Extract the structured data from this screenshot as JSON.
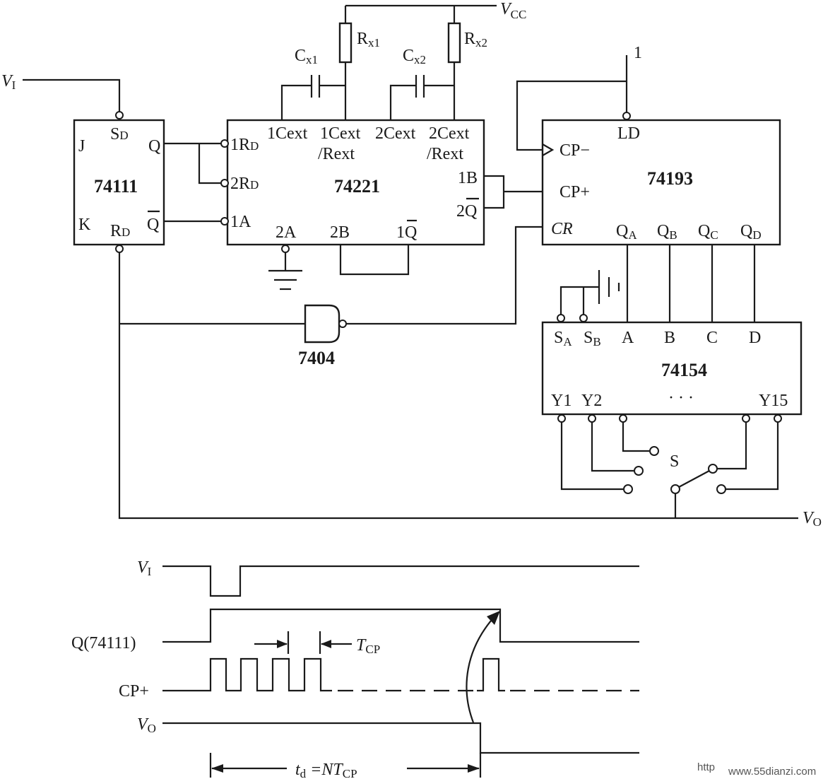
{
  "chips": {
    "jk": "74111",
    "mono": "74221",
    "counter": "74193",
    "decoder": "74154",
    "inverter": "7404"
  },
  "supply": {
    "vcc": "V",
    "vcc_sub": "CC",
    "one": "1"
  },
  "signals": {
    "vi": "V",
    "vi_sub": "I",
    "vo": "V",
    "vo_sub": "O"
  },
  "components": {
    "rx1": "R",
    "rx1_sub": "x1",
    "rx2": "R",
    "rx2_sub": "x2",
    "cx1": "C",
    "cx1_sub": "x1",
    "cx2": "C",
    "cx2_sub": "x2",
    "switch": "S"
  },
  "pins_74111": {
    "j": "J",
    "k": "K",
    "q": "Q",
    "qbar": "Q",
    "sd": "S",
    "sd_sub": "D",
    "rd": "R",
    "rd_sub": "D"
  },
  "pins_74221": {
    "one_rd": "1R",
    "one_rd_sub": "D",
    "two_rd": "2R",
    "two_rd_sub": "D",
    "one_a": "1A",
    "one_cext": "1Cext",
    "one_cext_rext": "1Cext",
    "one_rext": "/Rext",
    "two_cext": "2Cext",
    "two_cext_rext": "2Cext",
    "two_rext": "/Rext",
    "one_b": "1B",
    "two_qbar": "2Q",
    "two_a": "2A",
    "two_b": "2B",
    "one_qbar": "1Q"
  },
  "pins_74193": {
    "ld": "LD",
    "cp_minus": "CP−",
    "cp_plus": "CP+",
    "cr": "CR",
    "qa": "Q",
    "qa_sub": "A",
    "qb": "Q",
    "qb_sub": "B",
    "qc": "Q",
    "qc_sub": "C",
    "qd": "Q",
    "qd_sub": "D"
  },
  "pins_74154": {
    "sa": "S",
    "sa_sub": "A",
    "sb": "S",
    "sb_sub": "B",
    "a": "A",
    "b": "B",
    "c": "C",
    "d": "D",
    "y1": "Y1",
    "y2": "Y2",
    "dots": "· · ·",
    "y15": "Y15"
  },
  "timing": {
    "vi": "V",
    "vi_sub": "I",
    "q": "Q(74111)",
    "cp": "CP+",
    "vo": "V",
    "vo_sub": "O",
    "tcp": "T",
    "tcp_sub": "CP",
    "td": "t",
    "td_sub": "d",
    "td_eq": " =NT",
    "td_sub2": "CP"
  },
  "watermark": {
    "left": "http",
    "right": "www.55dianzi.com"
  }
}
